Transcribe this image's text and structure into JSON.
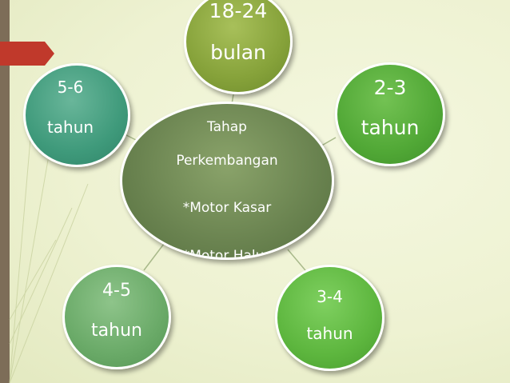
{
  "center": {
    "line1": "Tahap",
    "line2": "Perkembangan",
    "line3": "*Motor Kasar",
    "line4": "*Motor Halus"
  },
  "nodes": {
    "top": {
      "line1": "18-24",
      "line2": "bulan"
    },
    "top_left": {
      "line1": "5-6",
      "line2": "tahun"
    },
    "top_right": {
      "line1": "2-3",
      "line2": "tahun"
    },
    "bottom_left": {
      "line1": "4-5",
      "line2": "tahun"
    },
    "bottom_right": {
      "line1": "3-4",
      "line2": "tahun"
    }
  },
  "colors": {
    "center": "#6a8350",
    "top": "#86a23a",
    "top_left": "#3f9a7b",
    "top_right": "#51a836",
    "bottom_left": "#6aaa68",
    "bottom_right": "#5db63e",
    "accent": "#c0392b",
    "side_bar": "#7d6d58"
  }
}
